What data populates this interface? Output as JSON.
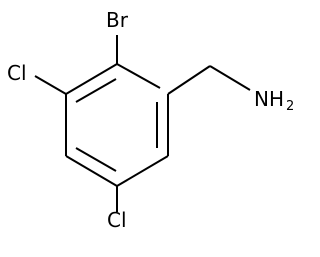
{
  "molecule": {
    "atoms": {
      "br": "Br",
      "cl_left": "Cl",
      "cl_bottom": "Cl",
      "amine_main": "NH",
      "amine_sub": "2"
    }
  }
}
